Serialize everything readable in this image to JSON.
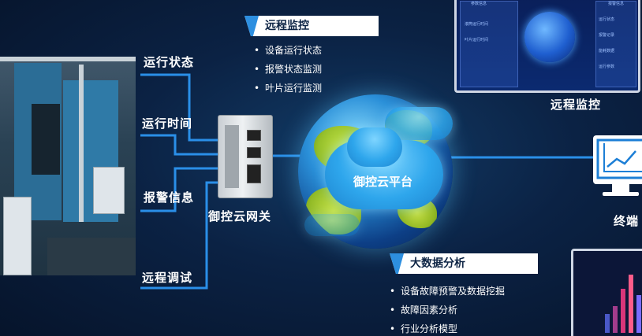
{
  "left_labels": [
    "运行状态",
    "运行时间",
    "报警信息",
    "远程调试"
  ],
  "gateway": {
    "label": "御控云网关"
  },
  "cloud": {
    "label": "御控云平台"
  },
  "remote_monitoring": {
    "title": "远程监控",
    "items": [
      "设备运行状态",
      "报警状态监测",
      "叶片运行监测"
    ]
  },
  "big_data": {
    "title": "大数据分析",
    "items": [
      "设备故障预警及数据挖掘",
      "故障因素分析",
      "行业分析模型"
    ]
  },
  "right": {
    "screen_label": "远程监控",
    "terminal_label": "终端"
  },
  "screen_text": {
    "panel_left": "参数信息",
    "panel_right": "报警信息",
    "row_1": "滚筒运行时间",
    "row_2": "叶片运行时间",
    "side_1": "运行状态",
    "side_2": "报警记录",
    "side_3": "能耗数据",
    "side_4": "运行参数"
  },
  "colors": {
    "line": "#2a8fe8",
    "accent": "#2d8fe0",
    "background": "#0b2244"
  }
}
